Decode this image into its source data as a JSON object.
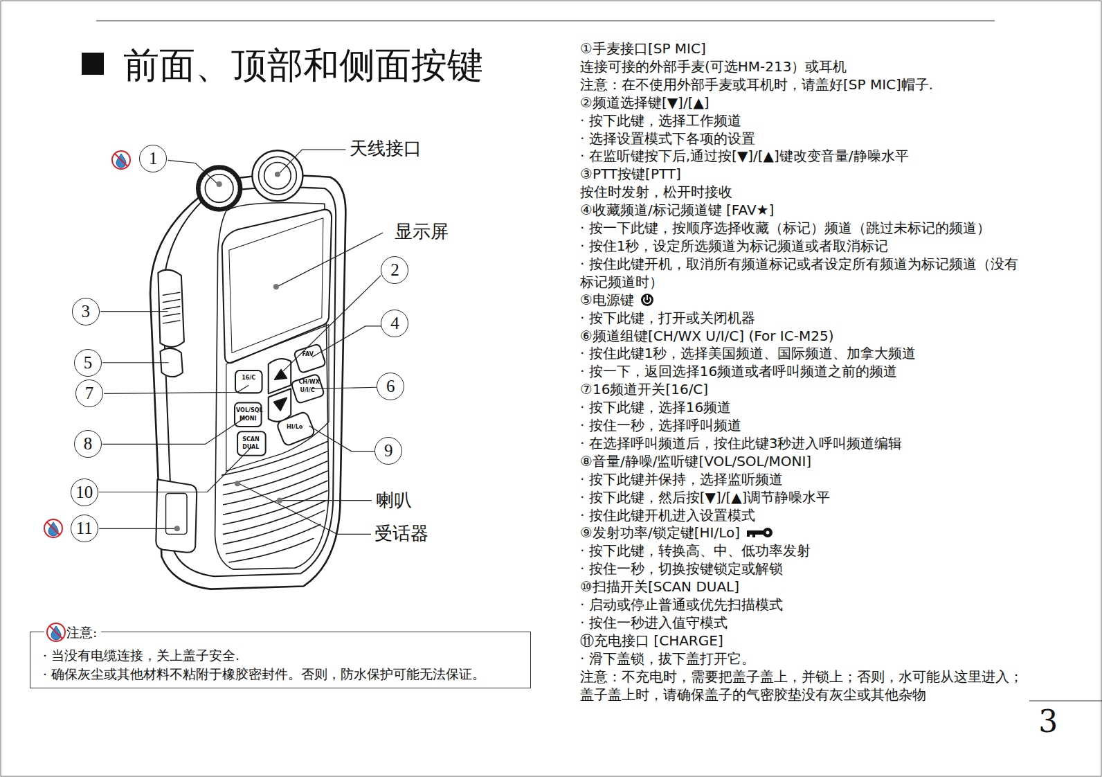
{
  "diagram": {
    "title": "前面、顶部和侧面按键",
    "nodes": [
      {
        "text": [
          "1"
        ]
      },
      {
        "text": [
          "2"
        ]
      },
      {
        "text": [
          "3"
        ]
      },
      {
        "text": [
          "4"
        ]
      },
      {
        "text": [
          "5"
        ]
      },
      {
        "text": [
          "6"
        ]
      },
      {
        "text": [
          "7"
        ]
      },
      {
        "text": [
          "8"
        ]
      },
      {
        "text": [
          "9"
        ]
      },
      {
        "text": [
          "10"
        ]
      },
      {
        "text": [
          "11"
        ]
      },
      {
        "text": [
          "注意:",
          "· 当没有电缆连接，关上盖子安全.",
          "· 确保灰尘或其他材料不粘附于橡胶密封件。否则，防水保护可能无法保证。"
        ]
      }
    ],
    "labels": [
      "①手麦接口[SP MIC]",
      "连接可接的外部手麦(可选HM-213）或耳机",
      "注意：在不使用外部手麦或耳机时，请盖好[SP MIC]帽子.",
      "②频道选择键[▼]/[▲]",
      "· 按下此键，选择工作频道",
      "· 选择设置模式下各项的设置",
      "· 在监听键按下后,通过按[▼]/[▲]键改变音量/静噪水平",
      "③PTT按键[PTT]",
      "按住时发射，松开时接收",
      "④收藏频道/标记频道键 [FAV★]",
      "· 按一下此键，按顺序选择收藏（标记）频道（跳过未标记的频道）",
      "· 按住1秒，设定所选频道为标记频道或者取消标记",
      "· 按住此键开机，取消所有频道标记或者设定所有频道为标记频道（没有标记频道时）",
      "⑤电源键",
      "· 按下此键，打开或关闭机器",
      "⑥频道组键[CH/WX U/I/C] (For IC-M25)",
      "· 按住此键1秒，选择美国频道、国际频道、加拿大频道",
      "· 按一下，返回选择16频道或者呼叫频道之前的频道",
      "⑦16频道开关[16/C]",
      "· 按下此键，选择16频道",
      "· 按住一秒，选择呼叫频道",
      "· 在选择呼叫频道后，按住此键3秒进入呼叫频道编辑",
      "⑧音量/静噪/监听键[VOL/SOL/MONI]",
      "· 按下此键并保持，选择监听频道",
      "· 按下此键，然后按[▼]/[▲]调节静噪水平",
      "· 按住此键开机进入设置模式",
      "⑨发射功率/锁定键[HI/Lo]",
      "· 按下此键，转换高、中、低功率发射",
      "· 按住一秒，切换按键锁定或解锁",
      "⑩扫描开关[SCAN DUAL]",
      "· 启动或停止普通或优先扫描模式",
      "· 按住一秒进入值守模式",
      "⑪充电接口 [CHARGE]",
      "· 滑下盖锁，拔下盖打开它。",
      "注意：不充电时，需要把盖子盖上，并锁上；否则，水可能从这里进入；盖子盖上时，请确保盖子的气密胶垫没有灰尘或其他杂物",
      "天线接口",
      "显示屏",
      "喇叭",
      "受话器",
      "16/C",
      "FAV",
      "CH/WX",
      "U/I/C",
      "VOL/SQL",
      "MONI",
      "HI/Lo",
      "SCAN",
      "DUAL",
      "3"
    ]
  }
}
